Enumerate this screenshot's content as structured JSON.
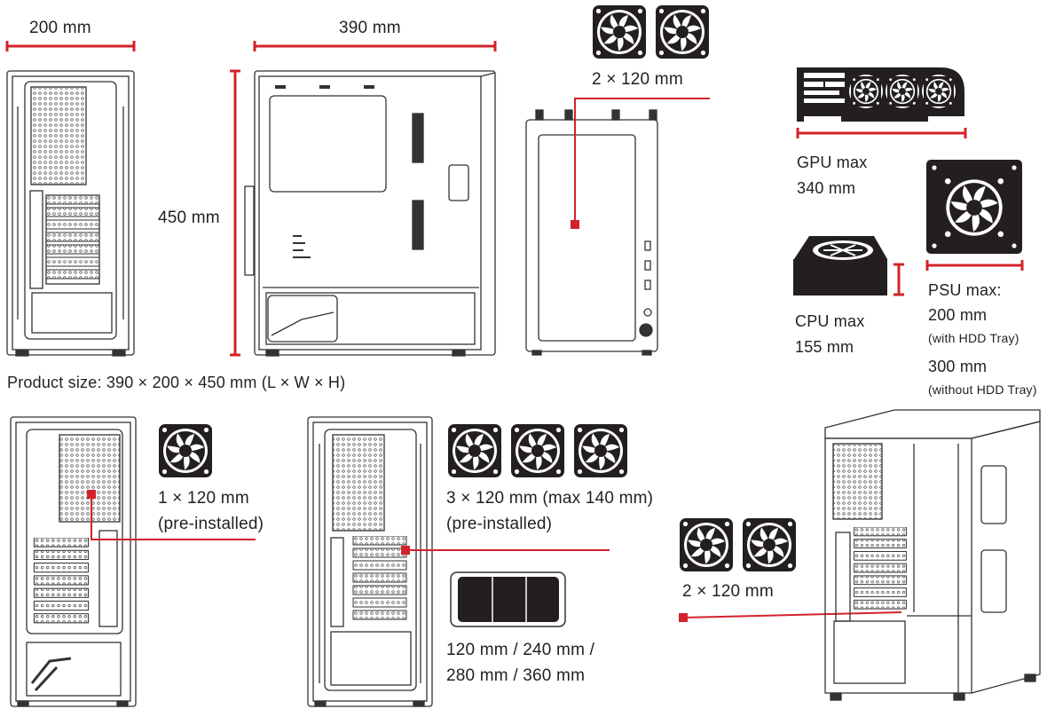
{
  "labels": {
    "width": "200 mm",
    "length": "390 mm",
    "height": "450 mm",
    "top_fans": "2 × 120 mm",
    "gpu_line1": "GPU max",
    "gpu_line2": "340 mm",
    "cpu_line1": "CPU max",
    "cpu_line2": "155 mm",
    "psu_line1": "PSU max:",
    "psu_line2": "200 mm",
    "psu_note1": "(with HDD Tray)",
    "psu_line3": "300 mm",
    "psu_note2": "(without HDD Tray)",
    "product_size": "Product size: 390 × 200 × 450 mm (L × W × H)",
    "rear_fan_line1": "1 × 120 mm",
    "rear_fan_line2": "(pre-installed)",
    "front_fans_line1": "3 × 120 mm (max 140 mm)",
    "front_fans_line2": "(pre-installed)",
    "radiator_line1": "120 mm / 240 mm /",
    "radiator_line2": "280 mm / 360 mm",
    "bottom_fans": "2 × 120 mm"
  },
  "colors": {
    "accent": "#d2232a",
    "ink": "#231f20",
    "line": "#333333"
  },
  "icons": [
    "fan-icon",
    "gpu-icon",
    "cpu-cooler-icon",
    "psu-icon",
    "radiator-icon"
  ]
}
